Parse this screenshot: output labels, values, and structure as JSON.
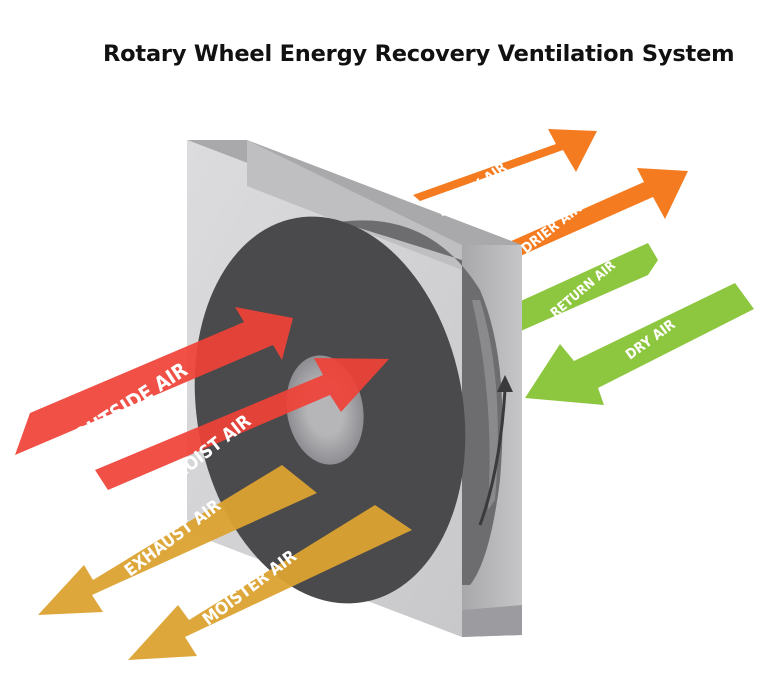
{
  "title": "Rotary Wheel Energy Recovery Ventilation System",
  "colors": {
    "supply": "#f47b20",
    "return": "#8dc63f",
    "outside": "#ef4136",
    "exhaust": "#dba230",
    "frame_face": "#d4d4d6",
    "frame_side": "#b5b5b8",
    "wheel": "#4a4a4c"
  },
  "arrows": {
    "supply_air": "SUPPLY AIR",
    "drier_air": "DRIER AIR",
    "return_air": "RETURN AIR",
    "dry_air": "DRY AIR",
    "outside_air": "OUTSIDE AIR",
    "moist_air": "MOIST AIR",
    "exhaust_air": "EXHAUST AIR",
    "moister_air": "MOISTER AIR"
  }
}
